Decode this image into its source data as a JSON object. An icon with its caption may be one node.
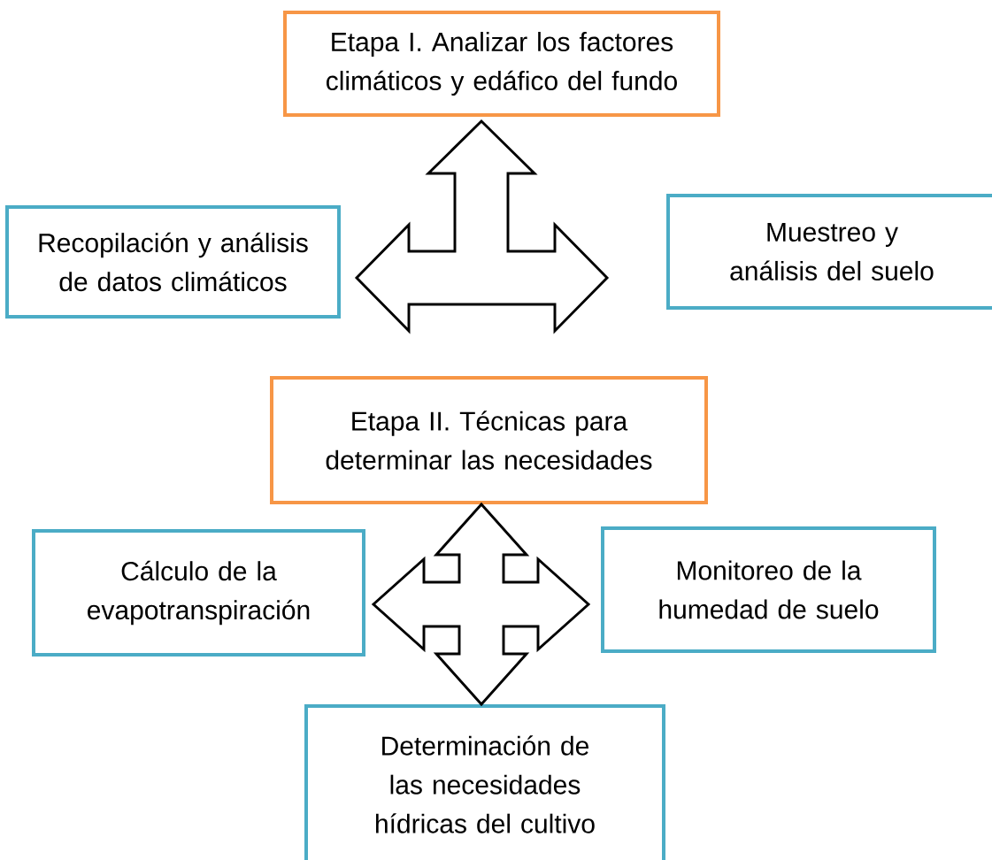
{
  "diagram": {
    "nodes": [
      {
        "text": [
          "Etapa I. Analizar los factores climáticos y edáfico del fundo"
        ]
      },
      {
        "text": [
          "Recopilación y análisis de datos climáticos"
        ]
      },
      {
        "text": [
          "Muestreo y análisis del suelo"
        ]
      },
      {
        "text": [
          "Etapa II. Técnicas para determinar las necesidades"
        ]
      },
      {
        "text": [
          "Cálculo de la evapotranspiración"
        ]
      },
      {
        "text": [
          "Monitoreo de la humedad de suelo"
        ]
      },
      {
        "text": [
          "Determinación de las necesidades hídricas del cultivo"
        ]
      }
    ],
    "edges": [
      {
        "from": 0,
        "to": 1,
        "arrow": "both"
      },
      {
        "from": 0,
        "to": 2,
        "arrow": "both"
      },
      {
        "from": 1,
        "to": 2,
        "arrow": "both"
      },
      {
        "from": 3,
        "to": 6,
        "arrow": "both"
      },
      {
        "from": 4,
        "to": 5,
        "arrow": "both"
      }
    ]
  }
}
